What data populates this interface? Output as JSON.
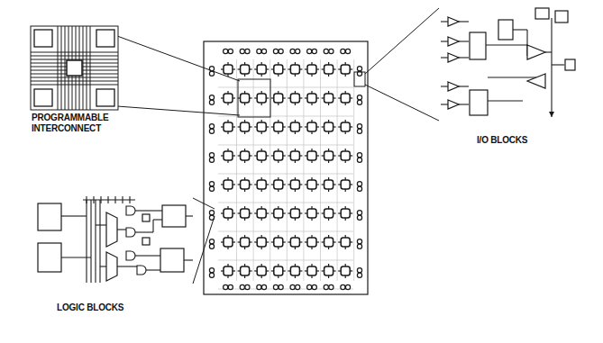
{
  "diagram": {
    "labels": [
      "PROGRAMMABLE INTERCONNECT",
      "I/O BLOCKS",
      "LOGIC BLOCKS"
    ]
  }
}
